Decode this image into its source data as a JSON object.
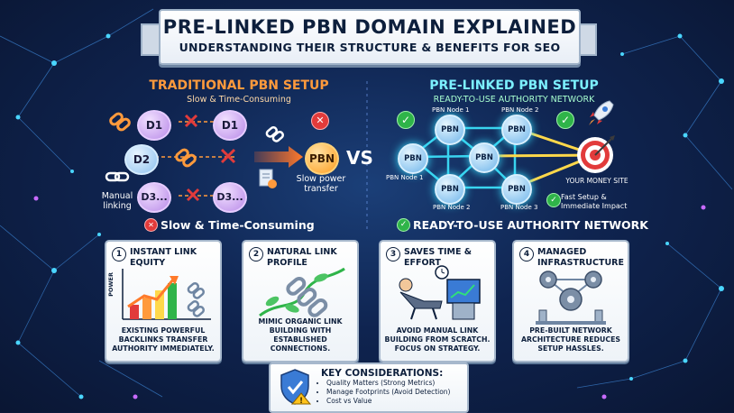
{
  "title": "PRE-LINKED PBN DOMAIN EXPLAINED",
  "subtitle": "UNDERSTANDING THEIR STRUCTURE & BENEFITS FOR SEO",
  "vs_label": "VS",
  "left": {
    "heading": "TRADITIONAL PBN SETUP",
    "subheading": "Slow & Time-Consuming",
    "nodes": [
      "D1",
      "D1",
      "D2",
      "D3...",
      "D3..."
    ],
    "target": "PBN",
    "manual_label": "Manual\nlinking",
    "target_caption": "Slow power\ntransfer",
    "caption": "Slow & Time-Consuming"
  },
  "right": {
    "heading": "PRE-LINKED PBN SETUP",
    "subheading": "READY-TO-USE AUTHORITY NETWORK",
    "node_text": "PBN",
    "node_labels": [
      "PBN Node 1",
      "PBN Node 2",
      "PBN Node 1",
      "PBN Node 2",
      "PBN Node 3"
    ],
    "money_site": "YOUR MONEY SITE",
    "fast_setup": "Fast Setup &\nImmediate Impact",
    "caption": "READY-TO-USE AUTHORITY NETWORK"
  },
  "cards": [
    {
      "num": "1",
      "title": "INSTANT LINK EQUITY",
      "body": "Existing powerful backlinks transfer authority immediately.",
      "axis": "POWER"
    },
    {
      "num": "2",
      "title": "NATURAL LINK PROFILE",
      "body": "Mimic organic link building with established connections."
    },
    {
      "num": "3",
      "title": "SAVES TIME & EFFORT",
      "body": "Avoid manual link building from scratch. Focus on strategy."
    },
    {
      "num": "4",
      "title": "MANAGED INFRASTRUCTURE",
      "body": "Pre-built network architecture reduces setup hassles."
    }
  ],
  "considerations": {
    "title": "KEY CONSIDERATIONS:",
    "items": [
      "Quality Matters (Strong Metrics)",
      "Manage Footprints (Avoid Detection)",
      "Cost vs Value"
    ]
  },
  "colors": {
    "background": "#0f2450",
    "left_accent": "#ff9a3c",
    "right_accent": "#7cf0ff",
    "check_green": "#2fb449",
    "x_red": "#e23b3b"
  }
}
